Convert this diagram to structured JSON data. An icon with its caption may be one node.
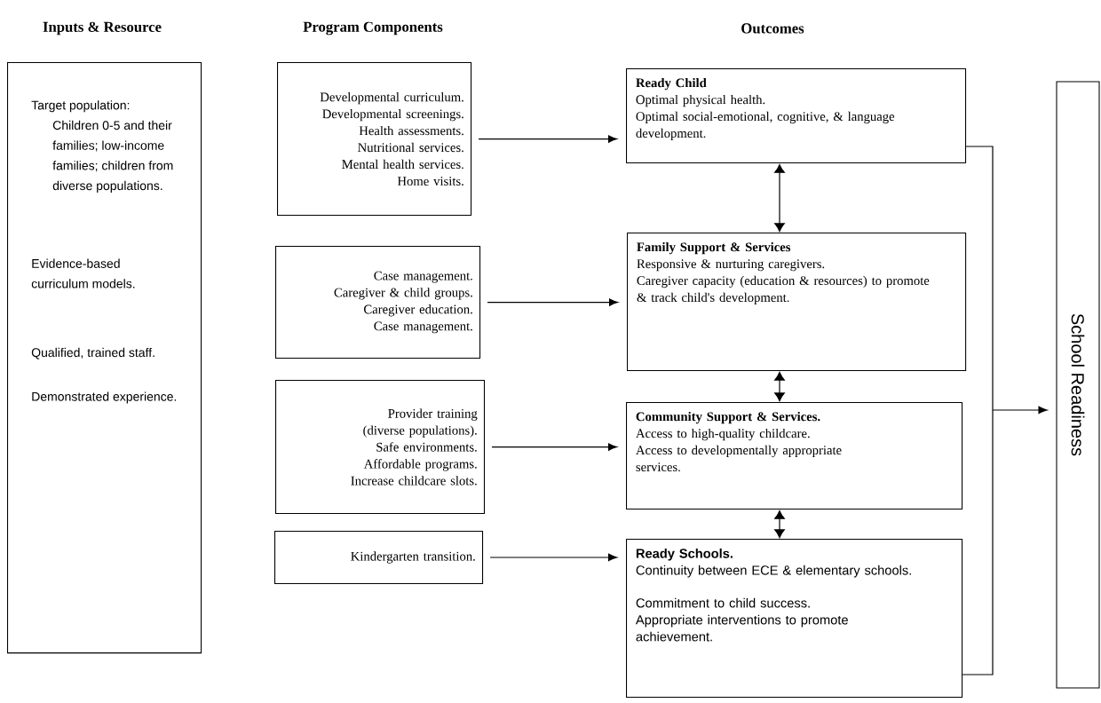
{
  "diagram": {
    "nodes": [
      {
        "text": [
          "Target population:",
          "Children 0-5 and their families; low-income families; children from diverse populations.",
          "Evidence-based curriculum models.",
          "Qualified, trained staff.",
          "Demonstrated experience."
        ]
      },
      {
        "text": [
          "Developmental curriculum.",
          "Developmental screenings.",
          "Health assessments.",
          "Nutritional services.",
          "Mental health services.",
          "Home visits."
        ]
      },
      {
        "text": [
          "Case management.",
          "Caregiver & child groups.",
          "Caregiver education.",
          "Case management."
        ]
      },
      {
        "text": [
          "Provider training (diverse populations).",
          "Safe environments.",
          "Affordable programs.",
          "Increase childcare slots."
        ]
      },
      {
        "text": [
          "Kindergarten transition."
        ]
      },
      {
        "text": [
          "Ready Child",
          "Optimal physical health.",
          "Optimal social-emotional, cognitive, & language development."
        ]
      },
      {
        "text": [
          "Family Support & Services",
          "Responsive & nurturing caregivers.",
          "Caregiver capacity (education & resources) to promote & track child's development."
        ]
      },
      {
        "text": [
          "Community Support & Services.",
          "Access to high-quality childcare.",
          "Access to developmentally appropriate services."
        ]
      },
      {
        "text": [
          "Ready Schools.",
          "Continuity between ECE & elementary schools.",
          "Commitment to child success.",
          "Appropriate interventions to promote achievement."
        ]
      },
      {
        "text": [
          "School Readiness"
        ]
      }
    ],
    "edges": [
      {
        "from": 1,
        "to": 5,
        "arrow": "to"
      },
      {
        "from": 2,
        "to": 6,
        "arrow": "to"
      },
      {
        "from": 3,
        "to": 7,
        "arrow": "to"
      },
      {
        "from": 4,
        "to": 8,
        "arrow": "to"
      },
      {
        "from": 5,
        "to": 6,
        "arrow": "both"
      },
      {
        "from": 6,
        "to": 7,
        "arrow": "both"
      },
      {
        "from": 7,
        "to": 8,
        "arrow": "both"
      },
      {
        "from": 5,
        "to": 9,
        "arrow": "to"
      },
      {
        "from": 8,
        "to": 9,
        "arrow": "to"
      }
    ],
    "labels": [
      "Inputs & Resource",
      "Program Components",
      "Outcomes"
    ]
  }
}
